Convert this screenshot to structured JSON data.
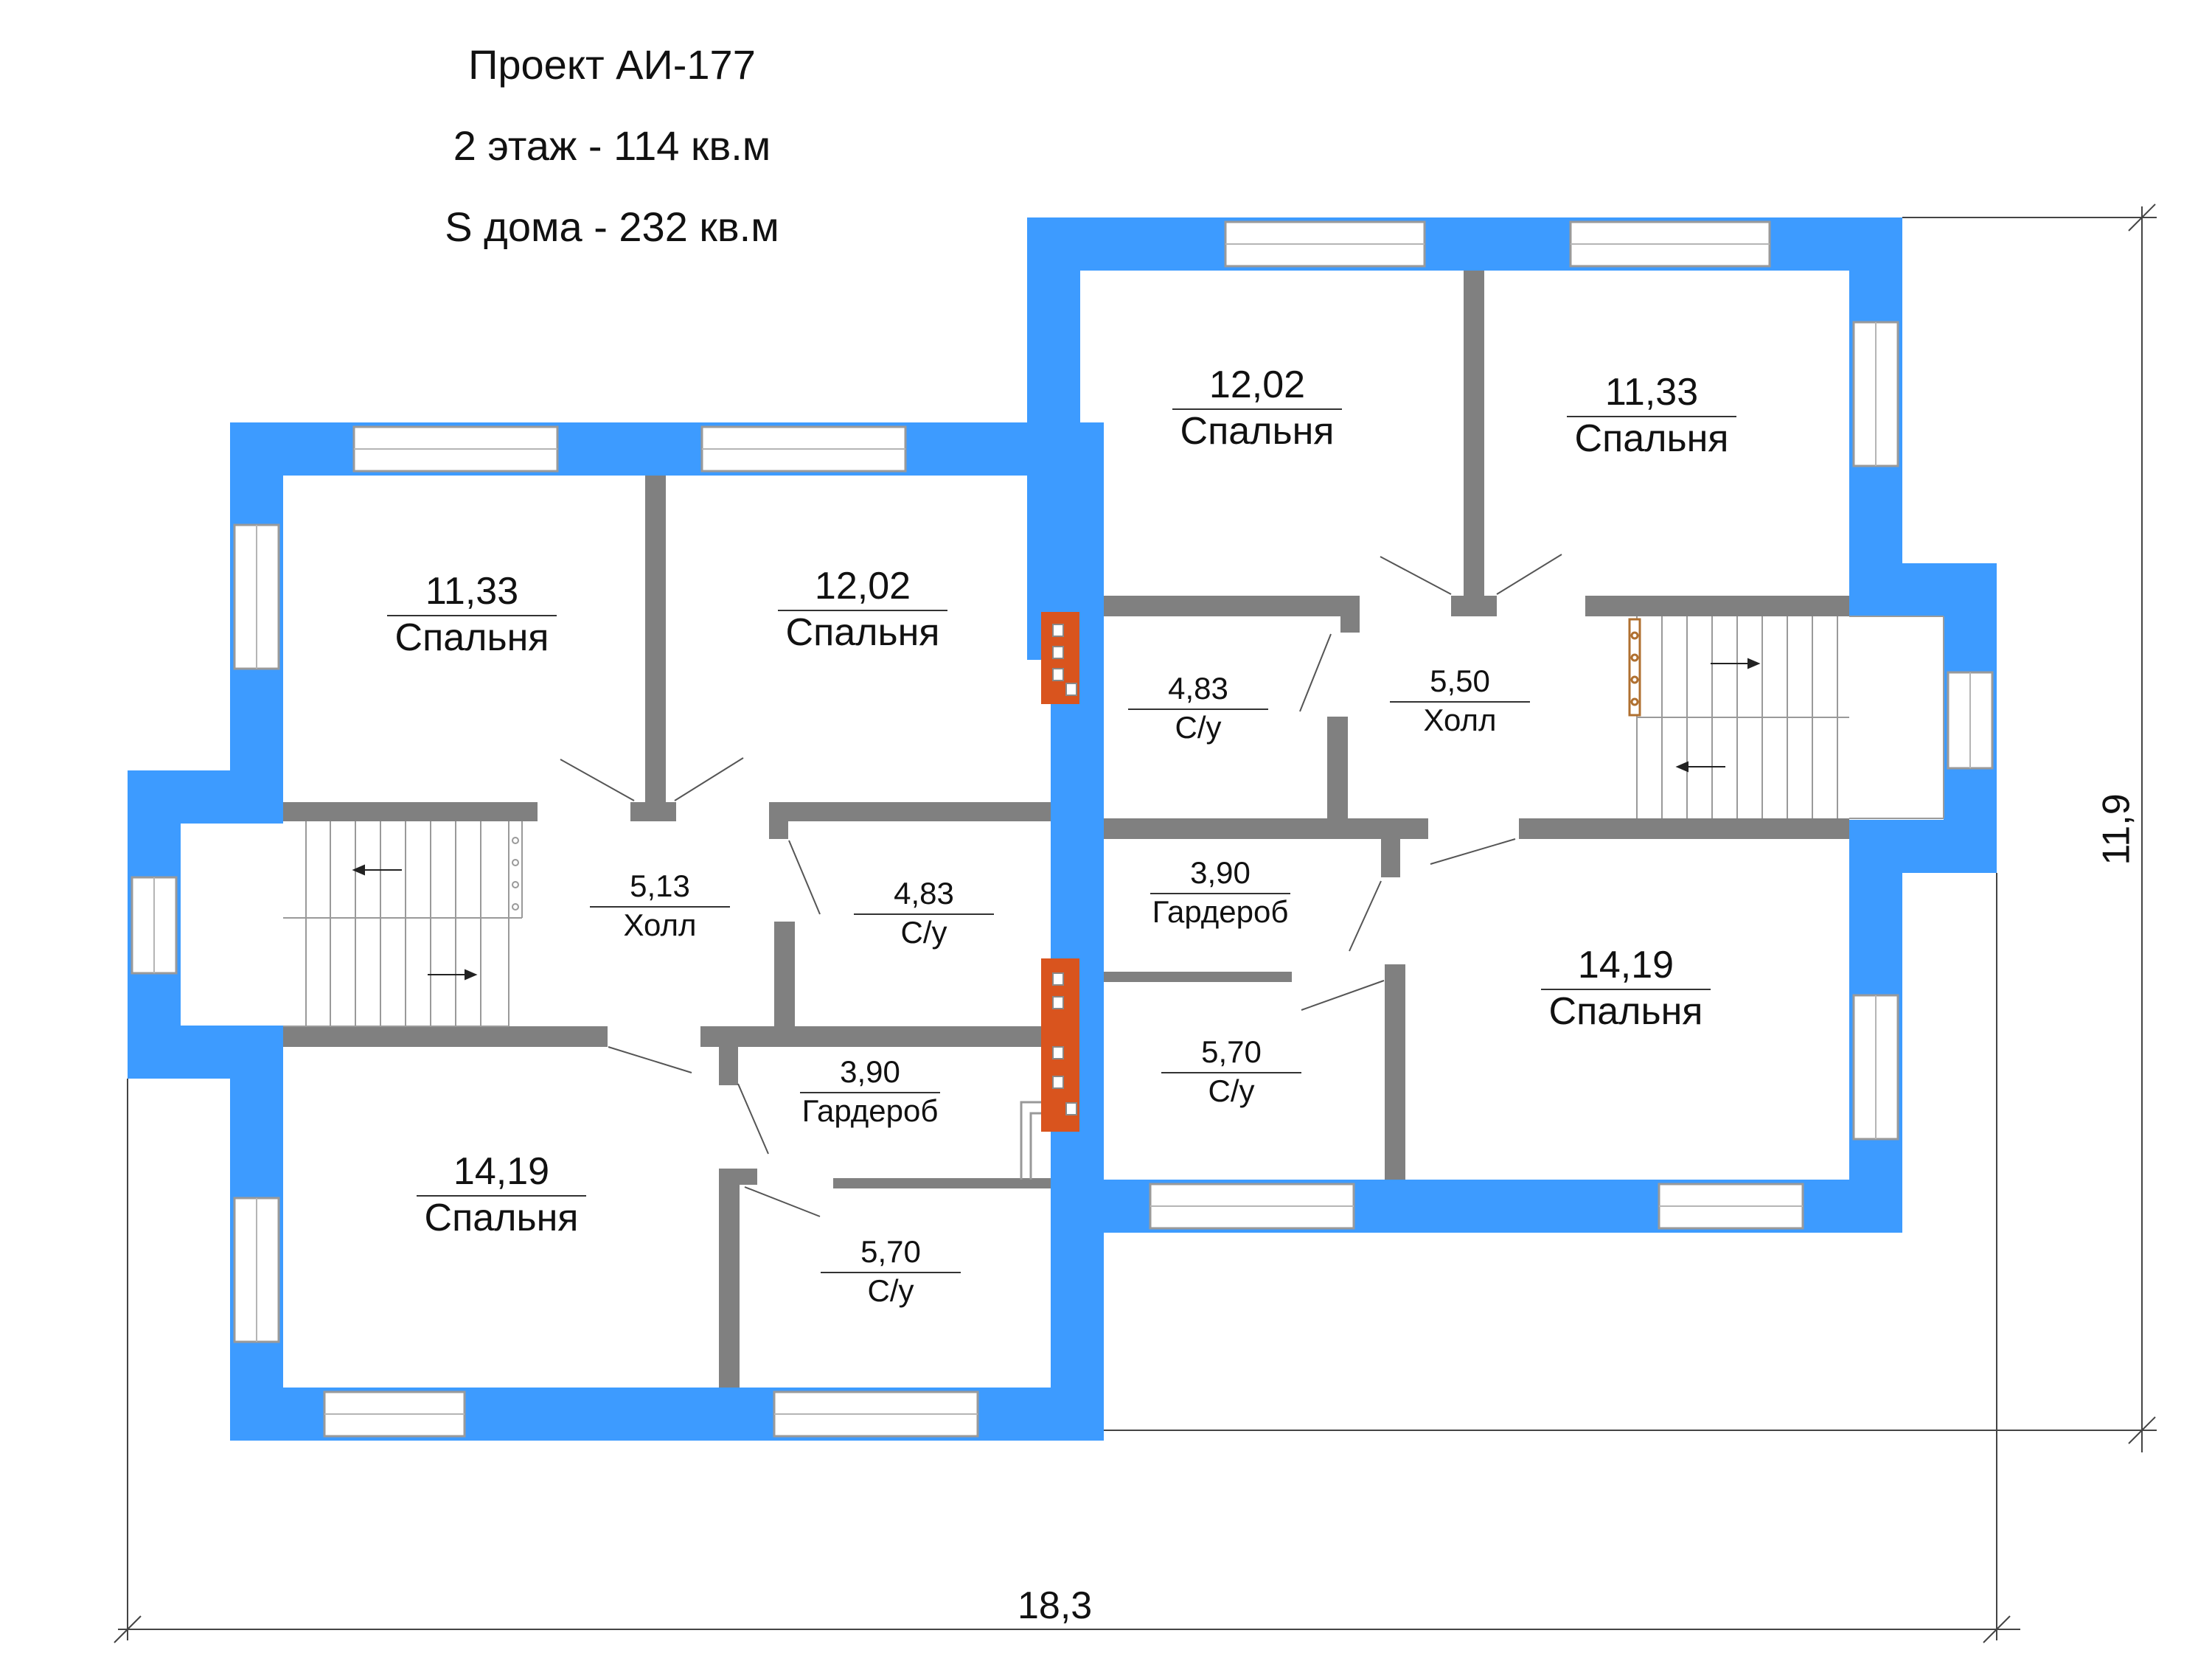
{
  "header": {
    "project": "Проект АИ-177",
    "floor": "2 этаж - 114 кв.м",
    "house_area": "S дома - 232 кв.м"
  },
  "rooms": [
    {
      "area": "11,33",
      "name": "Спальня"
    },
    {
      "area": "12,02",
      "name": "Спальня"
    },
    {
      "area": "5,13",
      "name": "Холл"
    },
    {
      "area": "4,83",
      "name": "С/у"
    },
    {
      "area": "3,90",
      "name": "Гардероб"
    },
    {
      "area": "14,19",
      "name": "Спальня"
    },
    {
      "area": "5,70",
      "name": "С/у"
    },
    {
      "area": "12,02",
      "name": "Спальня"
    },
    {
      "area": "11,33",
      "name": "Спальня"
    },
    {
      "area": "4,83",
      "name": "С/у"
    },
    {
      "area": "5,50",
      "name": "Холл"
    },
    {
      "area": "3,90",
      "name": "Гардероб"
    },
    {
      "area": "5,70",
      "name": "С/у"
    },
    {
      "area": "14,19",
      "name": "Спальня"
    }
  ],
  "dimensions": {
    "width": "18,3",
    "height": "11,9"
  },
  "colors": {
    "exterior_wall": "#3d9bff",
    "interior_wall": "#808080",
    "chimney": "#d9541e",
    "window_frame": "#9a9a9a"
  }
}
